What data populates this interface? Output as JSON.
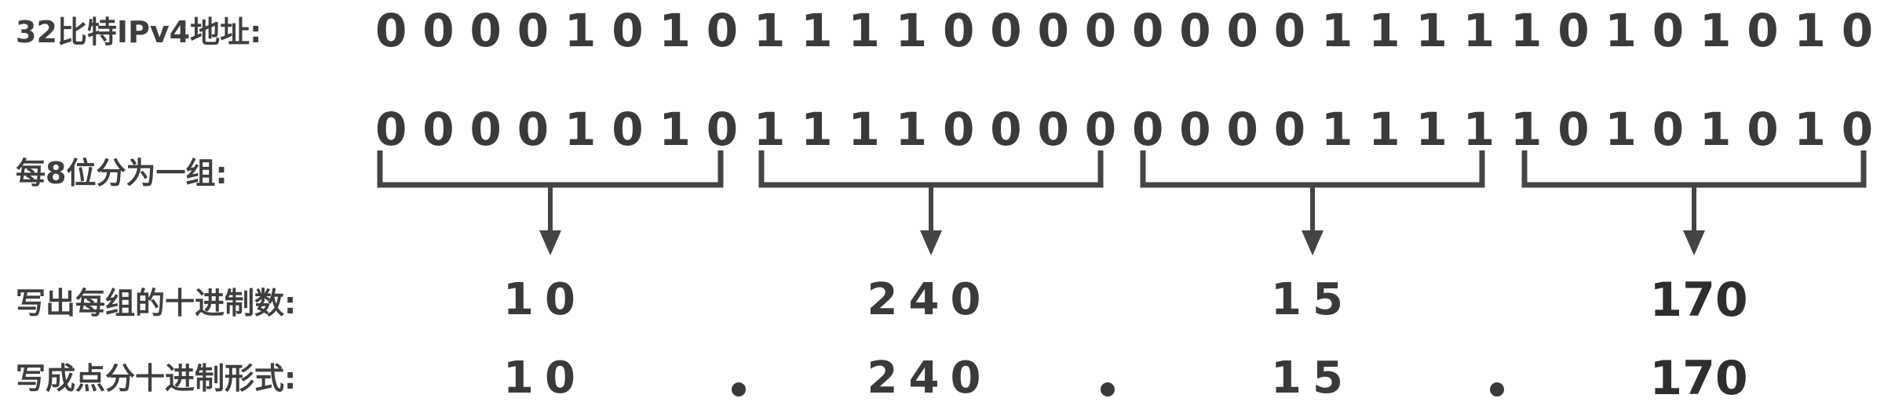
{
  "labels": {
    "bits_32": "32比特IPv4地址:",
    "group8": "每8位分为一组:",
    "decimal_each": "写出每组的十进制数:",
    "dotted": "写成点分十进制形式:"
  },
  "ipv4": {
    "bits": "00001010111100000000111110101010",
    "groups": [
      "00001010",
      "11110000",
      "00001111",
      "10101010"
    ],
    "decimals": [
      "10",
      "240",
      "15",
      "170"
    ],
    "separator": "."
  },
  "colors": {
    "ink": "#3a3a3a",
    "bracket": "#444444"
  }
}
